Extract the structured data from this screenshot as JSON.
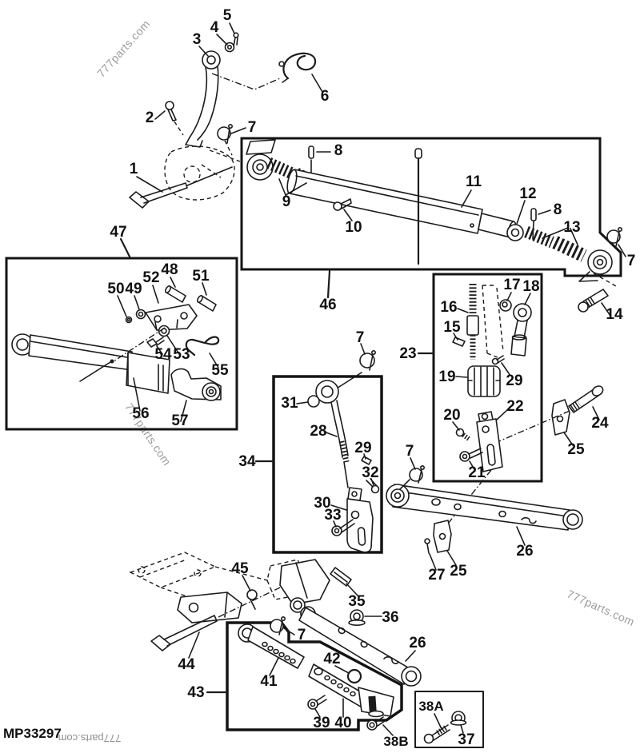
{
  "document_code": "MP33297",
  "watermark": "777parts.com",
  "diagram": {
    "type": "exploded-parts-diagram",
    "subject": "three-point hitch linkage assembly",
    "detail_boxes": [
      "46",
      "47",
      "23",
      "34",
      "43",
      "38A/37"
    ]
  },
  "callouts": {
    "p1": "1",
    "p2": "2",
    "p3": "3",
    "p4": "4",
    "p5": "5",
    "p6": "6",
    "p7a": "7",
    "p7b": "7",
    "p7c": "7",
    "p7d": "7",
    "p7e": "7",
    "p8a": "8",
    "p8b": "8",
    "p9": "9",
    "p10": "10",
    "p11": "11",
    "p12": "12",
    "p13": "13",
    "p14": "14",
    "p15": "15",
    "p16": "16",
    "p17": "17",
    "p18": "18",
    "p19": "19",
    "p20": "20",
    "p21": "21",
    "p22": "22",
    "p23": "23",
    "p24": "24",
    "p25a": "25",
    "p25b": "25",
    "p26a": "26",
    "p26b": "26",
    "p27": "27",
    "p28": "28",
    "p29a": "29",
    "p29b": "29",
    "p30": "30",
    "p31": "31",
    "p32": "32",
    "p33": "33",
    "p34": "34",
    "p35": "35",
    "p36": "36",
    "p37": "37",
    "p38A": "38A",
    "p38B": "38B",
    "p39": "39",
    "p40": "40",
    "p41": "41",
    "p42": "42",
    "p43": "43",
    "p44": "44",
    "p45": "45",
    "p46": "46",
    "p47": "47",
    "p48": "48",
    "p49": "49",
    "p50": "50",
    "p51": "51",
    "p52": "52",
    "p53": "53",
    "p54": "54",
    "p55": "55",
    "p56": "56",
    "p57": "57"
  }
}
